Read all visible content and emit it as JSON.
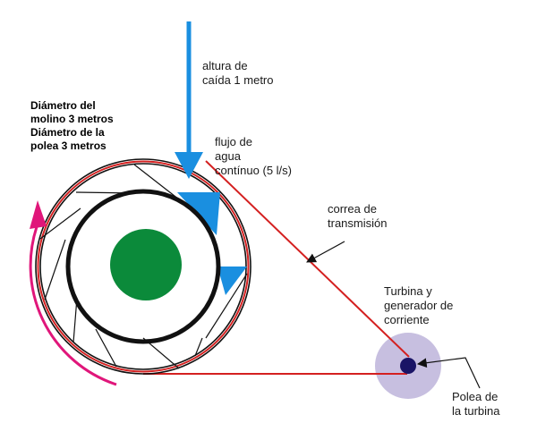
{
  "labels": {
    "altura": [
      "altura de",
      "caída 1 metro"
    ],
    "diametros": [
      "Diámetro del",
      "molino 3 metros",
      "Diámetro de la",
      "polea 3 metros"
    ],
    "flujo": [
      "flujo de",
      "agua",
      "contínuo (5 l/s)"
    ],
    "correa": [
      "correa de",
      "transmisión"
    ],
    "turbina": [
      "Turbina y",
      "generador de",
      "corriente"
    ],
    "polea_turbina": [
      "Polea de",
      "la turbina"
    ]
  },
  "colors": {
    "water": "#1a8fe0",
    "belt": "#d42020",
    "rotation_arrow": "#e0167a",
    "hub": "#0b8a3a",
    "turbine": "#c7bfe0",
    "turbine_pulley": "#1a1466",
    "outline": "#111111"
  }
}
